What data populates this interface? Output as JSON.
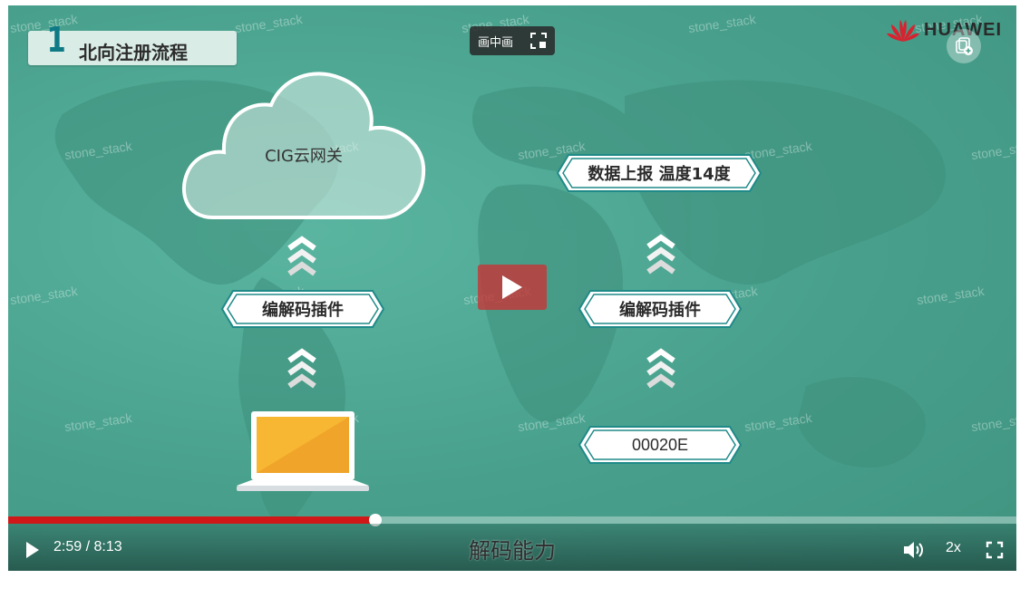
{
  "watermark_text": "stone_stack",
  "slide": {
    "step_number": "1",
    "title": "北向注册流程"
  },
  "pip_label": "画中画",
  "brand": {
    "name": "HUAWEI"
  },
  "diagram": {
    "cloud_label": "CIG云网关",
    "left_plugin": "编解码插件",
    "right_top": "数据上报 温度14度",
    "right_plugin": "编解码插件",
    "right_bottom": "00020E"
  },
  "player": {
    "current_time": "2:59",
    "separator": "/",
    "duration": "8:13",
    "progress_fraction": 0.364,
    "caption": "解码能力",
    "speed": "2x",
    "accent_color": "#d01818"
  },
  "icons": {
    "play": "play-icon",
    "volume": "volume-icon",
    "fullscreen": "fullscreen-icon",
    "pip": "picture-in-picture-icon",
    "chevrons": "chevron-up-icon"
  }
}
